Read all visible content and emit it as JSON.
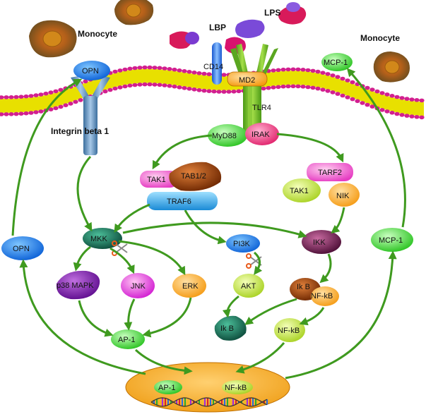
{
  "cell_labels": {
    "monocyte_left": "Monocyte",
    "monocyte_right": "Monocyte"
  },
  "ligands": {
    "lps": "LPS",
    "lbp": "LBP"
  },
  "receptors": {
    "cd14": "CD14",
    "md2": "MD2",
    "tlr4": "TLR4",
    "integrin": "Integrin beta 1"
  },
  "adaptors": {
    "myd88": "MyD88",
    "irak": "IRAK"
  },
  "left_branch": {
    "tak1": "TAK1",
    "tab12": "TAB1/2",
    "traf6": "TRAF6"
  },
  "right_branch": {
    "tarf2": "TARF2",
    "tak1": "TAK1",
    "nik": "NIK"
  },
  "kinases": {
    "mkk": "MKK",
    "pi3k": "PI3K",
    "ikk": "IKK",
    "p38": "p38 MAPK",
    "jnk": "JNK",
    "erk": "ERK",
    "akt": "AKT"
  },
  "factors": {
    "ikb_nfkb_line1": "Ik B",
    "ikb_nfkb_line2": "NF-kB",
    "ikb": "Ik B",
    "nfkb": "NF-kB",
    "ap1": "AP-1"
  },
  "secreted": {
    "opn_top": "OPN",
    "opn_side": "OPN",
    "mcp1_top": "MCP-1",
    "mcp1_side": "MCP-1"
  },
  "nucleus": {
    "ap1": "AP-1",
    "nfkb": "NF-kB"
  },
  "colors": {
    "arrow": "#3f9a1f",
    "membrane": "#e8e000",
    "lipid_head": "#d21f8f",
    "nucleus": "#f0a11a"
  }
}
